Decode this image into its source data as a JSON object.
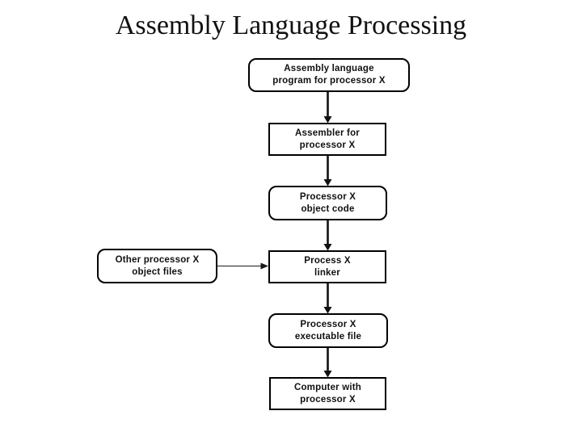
{
  "title": "Assembly Language Processing",
  "flowchart": {
    "nodes": [
      {
        "id": "assembly-program",
        "shape": "rounded",
        "line1": "Assembly language",
        "line2": "program for processor X"
      },
      {
        "id": "assembler",
        "shape": "rectangle",
        "line1": "Assembler for",
        "line2": "processor X"
      },
      {
        "id": "object-code",
        "shape": "rounded",
        "line1": "Processor X",
        "line2": "object code"
      },
      {
        "id": "linker",
        "shape": "rectangle",
        "line1": "Process X",
        "line2": "linker"
      },
      {
        "id": "other-object-files",
        "shape": "rounded",
        "line1": "Other processor X",
        "line2": "object files"
      },
      {
        "id": "executable",
        "shape": "rounded",
        "line1": "Processor X",
        "line2": "executable file"
      },
      {
        "id": "computer",
        "shape": "rectangle",
        "line1": "Computer with",
        "line2": "processor X"
      }
    ],
    "edges": [
      {
        "from": "assembly-program",
        "to": "assembler"
      },
      {
        "from": "assembler",
        "to": "object-code"
      },
      {
        "from": "object-code",
        "to": "linker"
      },
      {
        "from": "other-object-files",
        "to": "linker"
      },
      {
        "from": "linker",
        "to": "executable"
      },
      {
        "from": "executable",
        "to": "computer"
      }
    ],
    "colors": {
      "background": "#ffffff",
      "box_border": "#000000",
      "text": "#111111",
      "main_arrow": "#111111",
      "side_arrow": "#3a3a3a"
    }
  }
}
